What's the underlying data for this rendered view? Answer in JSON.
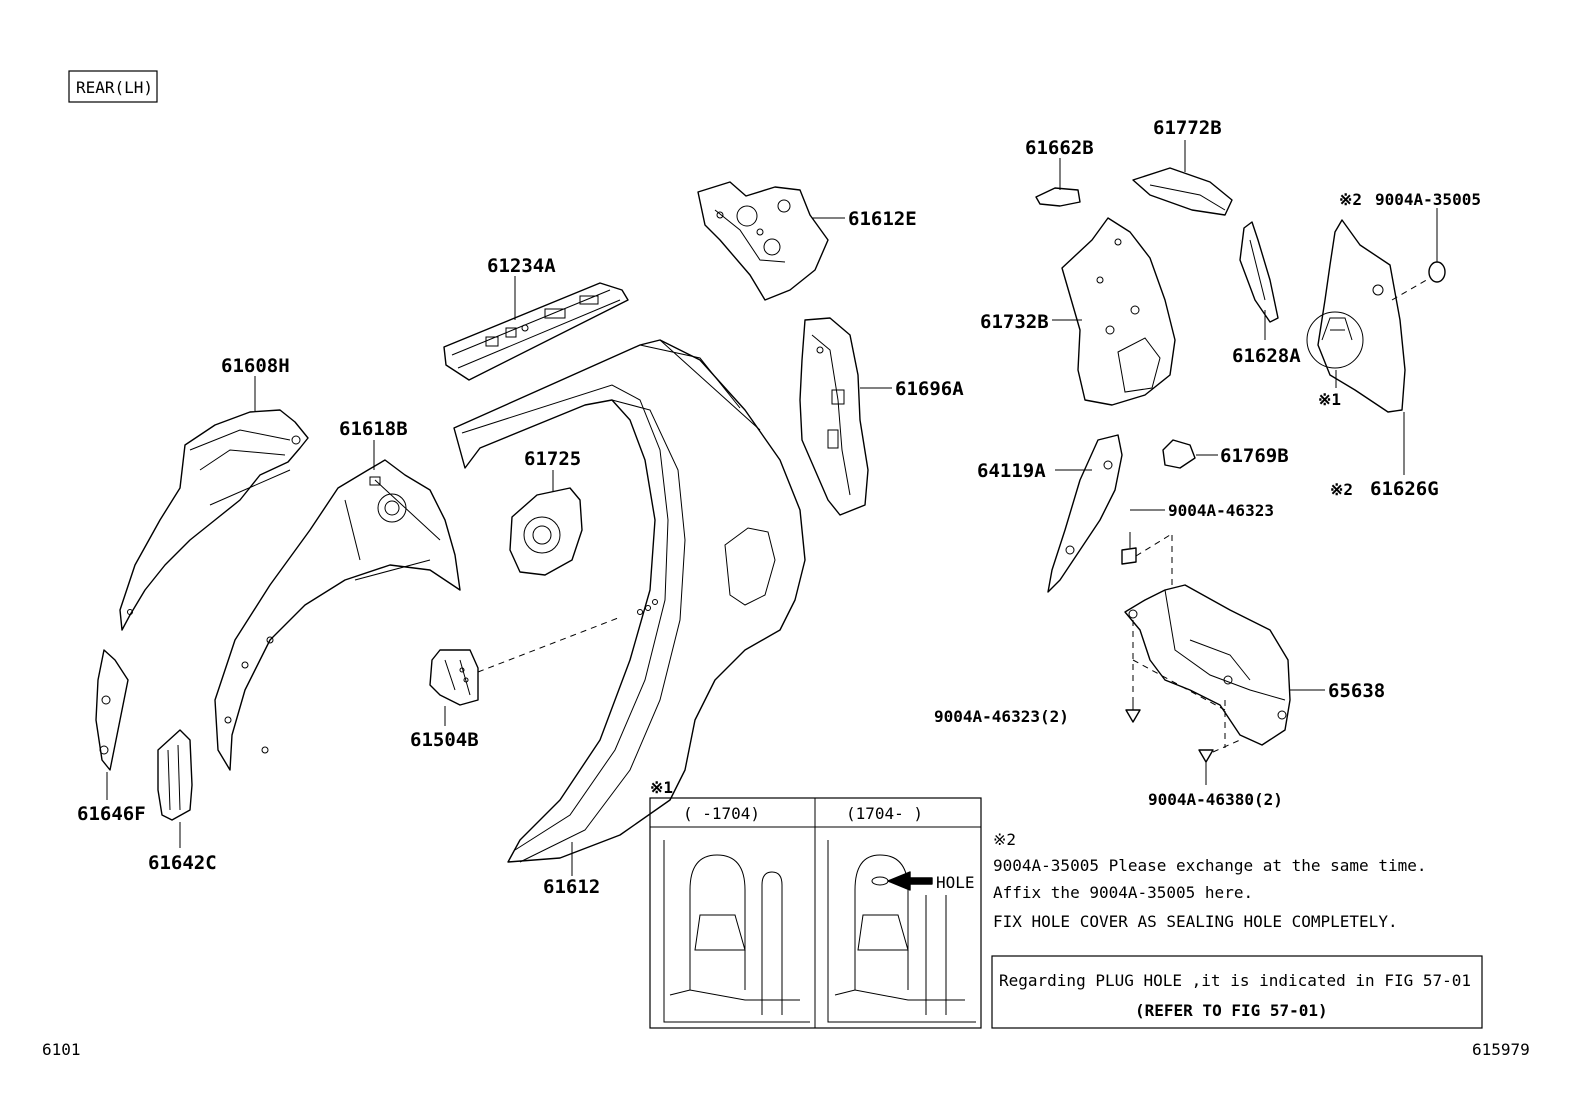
{
  "view_label": "REAR(LH)",
  "fig_number": "6101",
  "image_number": "615979",
  "parts": {
    "p61234A": "61234A",
    "p61612E": "61612E",
    "p61662B": "61662B",
    "p61772B": "61772B",
    "p9004A_35005": "9004A-35005",
    "p61608H": "61608H",
    "p61618B": "61618B",
    "p61725": "61725",
    "p61696A": "61696A",
    "p61732B": "61732B",
    "p61628A": "61628A",
    "p61626G": "61626G",
    "p64119A": "64119A",
    "p61769B": "61769B",
    "p9004A_46323": "9004A-46323",
    "p65638": "65638",
    "p9004A_46323_2": "9004A-46323(2)",
    "p9004A_46380_2": "9004A-46380(2)",
    "p61504B": "61504B",
    "p61646F": "61646F",
    "p61642C": "61642C",
    "p61612": "61612"
  },
  "marks": {
    "note1": "※1",
    "note2": "※2"
  },
  "inset": {
    "mark": "※1",
    "col1_header": "(    -1704)",
    "col2_header": "(1704-    )",
    "hole_label": "HOLE"
  },
  "notes": {
    "mark": "※2",
    "line1": "9004A-35005  Please exchange at the same time.",
    "line2": "Affix the 9004A-35005 here.",
    "line3": "FIX HOLE COVER AS SEALING HOLE COMPLETELY."
  },
  "reference": {
    "line1": "Regarding PLUG HOLE ,it is indicated in FIG 57-01",
    "line2": "(REFER TO FIG 57-01)"
  }
}
